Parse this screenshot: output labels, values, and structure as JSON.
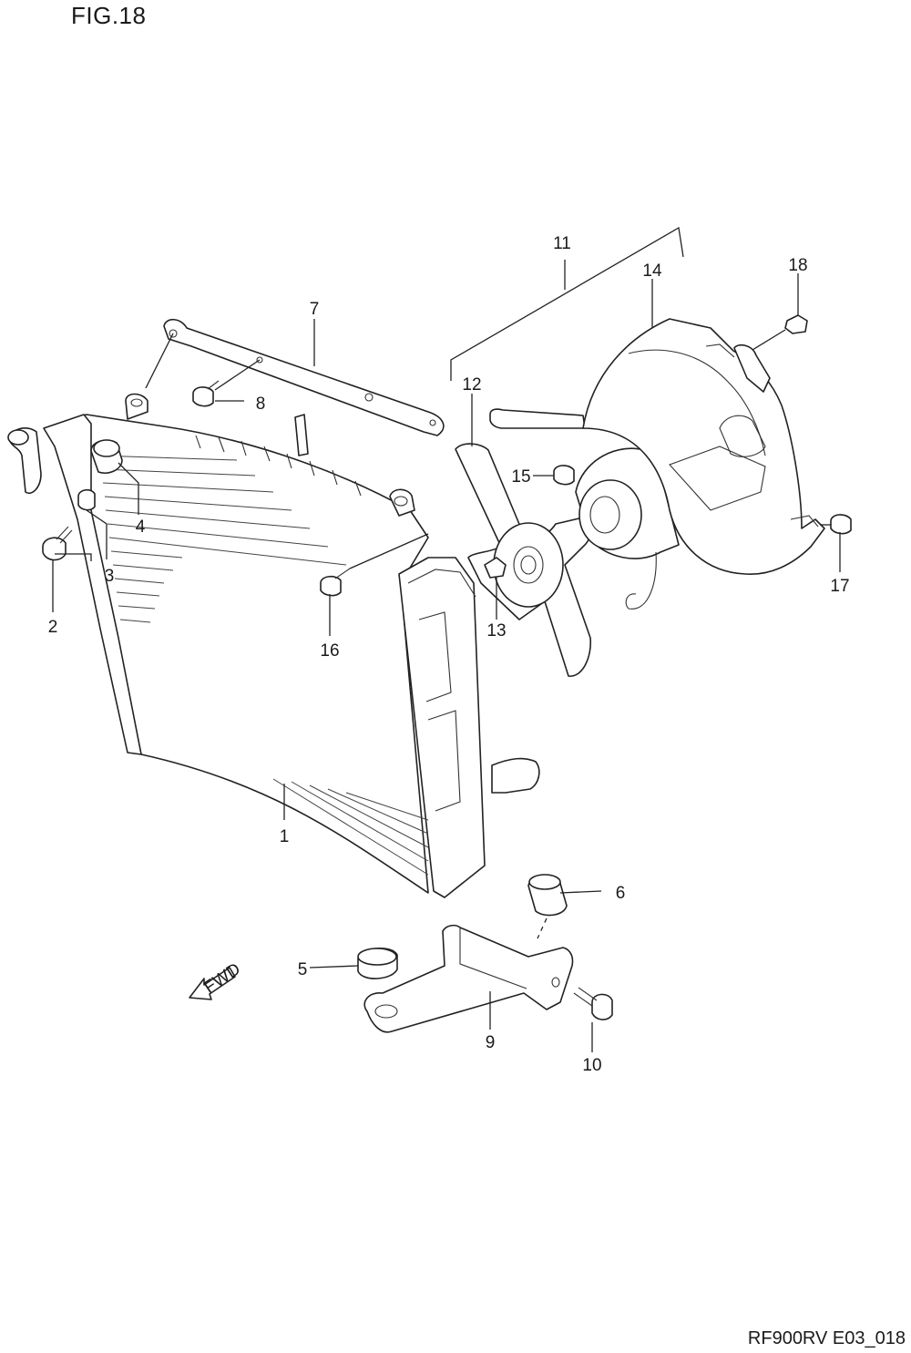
{
  "figure": {
    "title": "FIG.18",
    "code": "RF900RV E03_018"
  },
  "fwd_marker": "FWD",
  "callouts": [
    {
      "id": "1",
      "label": "1"
    },
    {
      "id": "2",
      "label": "2"
    },
    {
      "id": "3",
      "label": "3"
    },
    {
      "id": "4",
      "label": "4"
    },
    {
      "id": "5",
      "label": "5"
    },
    {
      "id": "6",
      "label": "6"
    },
    {
      "id": "7",
      "label": "7"
    },
    {
      "id": "8",
      "label": "8"
    },
    {
      "id": "9",
      "label": "9"
    },
    {
      "id": "10",
      "label": "10"
    },
    {
      "id": "11",
      "label": "11"
    },
    {
      "id": "12",
      "label": "12"
    },
    {
      "id": "13",
      "label": "13"
    },
    {
      "id": "14",
      "label": "14"
    },
    {
      "id": "15",
      "label": "15"
    },
    {
      "id": "16",
      "label": "16"
    },
    {
      "id": "17",
      "label": "17"
    },
    {
      "id": "18",
      "label": "18"
    }
  ]
}
